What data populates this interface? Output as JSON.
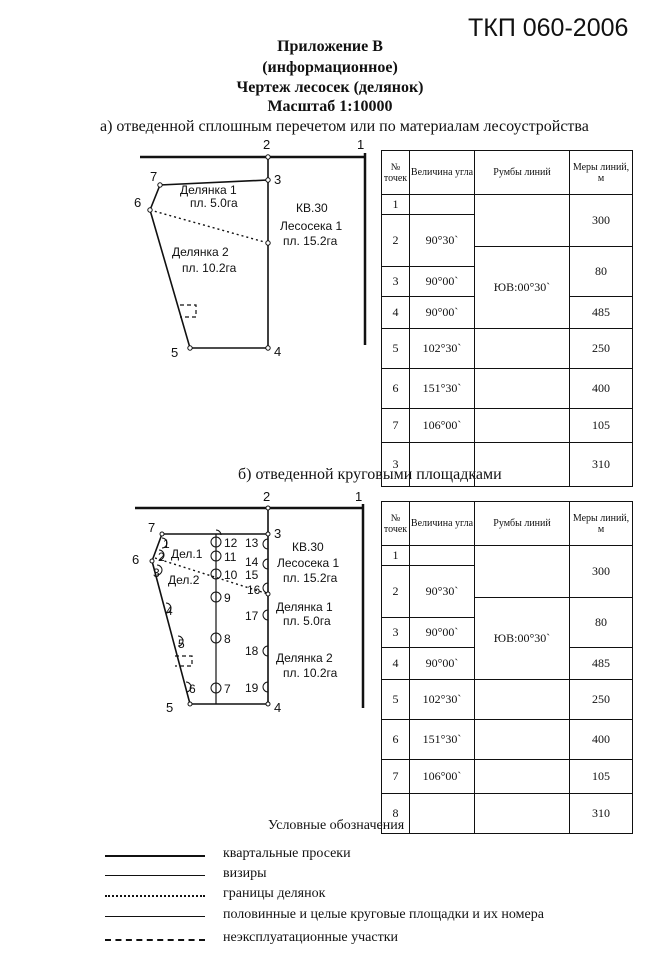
{
  "header": {
    "doc_code": "ТКП 060-2006",
    "appendix": "Приложение В",
    "informational": "(информационное)",
    "drawing_title": "Чертеж лесосек (делянок)",
    "scale": "Масштаб 1:10000"
  },
  "section_a": {
    "title": "а) отведенной сплошным перечетом или по материалам лесоустройства",
    "map": {
      "points": [
        "1",
        "2",
        "3",
        "4",
        "5",
        "6",
        "7"
      ],
      "plot1_label": "Делянка 1",
      "plot1_area": "пл. 5.0га",
      "plot2_label": "Делянка 2",
      "plot2_area": "пл. 10.2га",
      "block_label": "КВ.30",
      "cut_label": "Лесосека 1",
      "cut_area": "пл. 15.2га"
    }
  },
  "section_b": {
    "title": "б) отведенной круговыми площадками",
    "map": {
      "points": [
        "1",
        "2",
        "3",
        "4",
        "5",
        "6",
        "7"
      ],
      "circles": [
        "1",
        "2",
        "3",
        "4",
        "5",
        "6",
        "7",
        "8",
        "9",
        "10",
        "11",
        "12",
        "13",
        "14",
        "15",
        "16",
        "17",
        "18",
        "19"
      ],
      "plot1_short": "Дел.1",
      "plot2_short": "Дел.2",
      "block_label": "КВ.30",
      "cut_label": "Лесосека 1",
      "cut_area": "пл. 15.2га",
      "plot1_label": "Делянка 1",
      "plot1_area": "пл. 5.0га",
      "plot2_label": "Делянка 2",
      "plot2_area": "пл. 10.2га"
    }
  },
  "table_headers": {
    "col1": "№ точек",
    "col2": "Величина угла",
    "col3": "Румбы линий",
    "col4": "Меры линий, м"
  },
  "table_a": {
    "points": [
      "1",
      "2",
      "3",
      "4",
      "5",
      "6",
      "7",
      "3"
    ],
    "angles": [
      "",
      "90°30`",
      "90°00`",
      "90°00`",
      "102°30`",
      "151°30`",
      "106°00`",
      ""
    ],
    "rhumb": "ЮВ:00°30`",
    "lengths": [
      "300",
      "80",
      "485",
      "250",
      "400",
      "105",
      "310"
    ]
  },
  "table_b": {
    "points": [
      "1",
      "2",
      "3",
      "4",
      "5",
      "6",
      "7",
      "8"
    ],
    "angles": [
      "",
      "90°30`",
      "90°00`",
      "90°00`",
      "102°30`",
      "151°30`",
      "106°00`",
      ""
    ],
    "rhumb": "ЮВ:00°30`",
    "lengths": [
      "300",
      "80",
      "485",
      "250",
      "400",
      "105",
      "310"
    ]
  },
  "legend": {
    "title": "Условные обозначения",
    "items": [
      "квартальные просеки",
      "визиры",
      "границы делянок",
      "половинные и целые круговые площадки и их номера",
      "неэксплуатационные участки"
    ]
  }
}
